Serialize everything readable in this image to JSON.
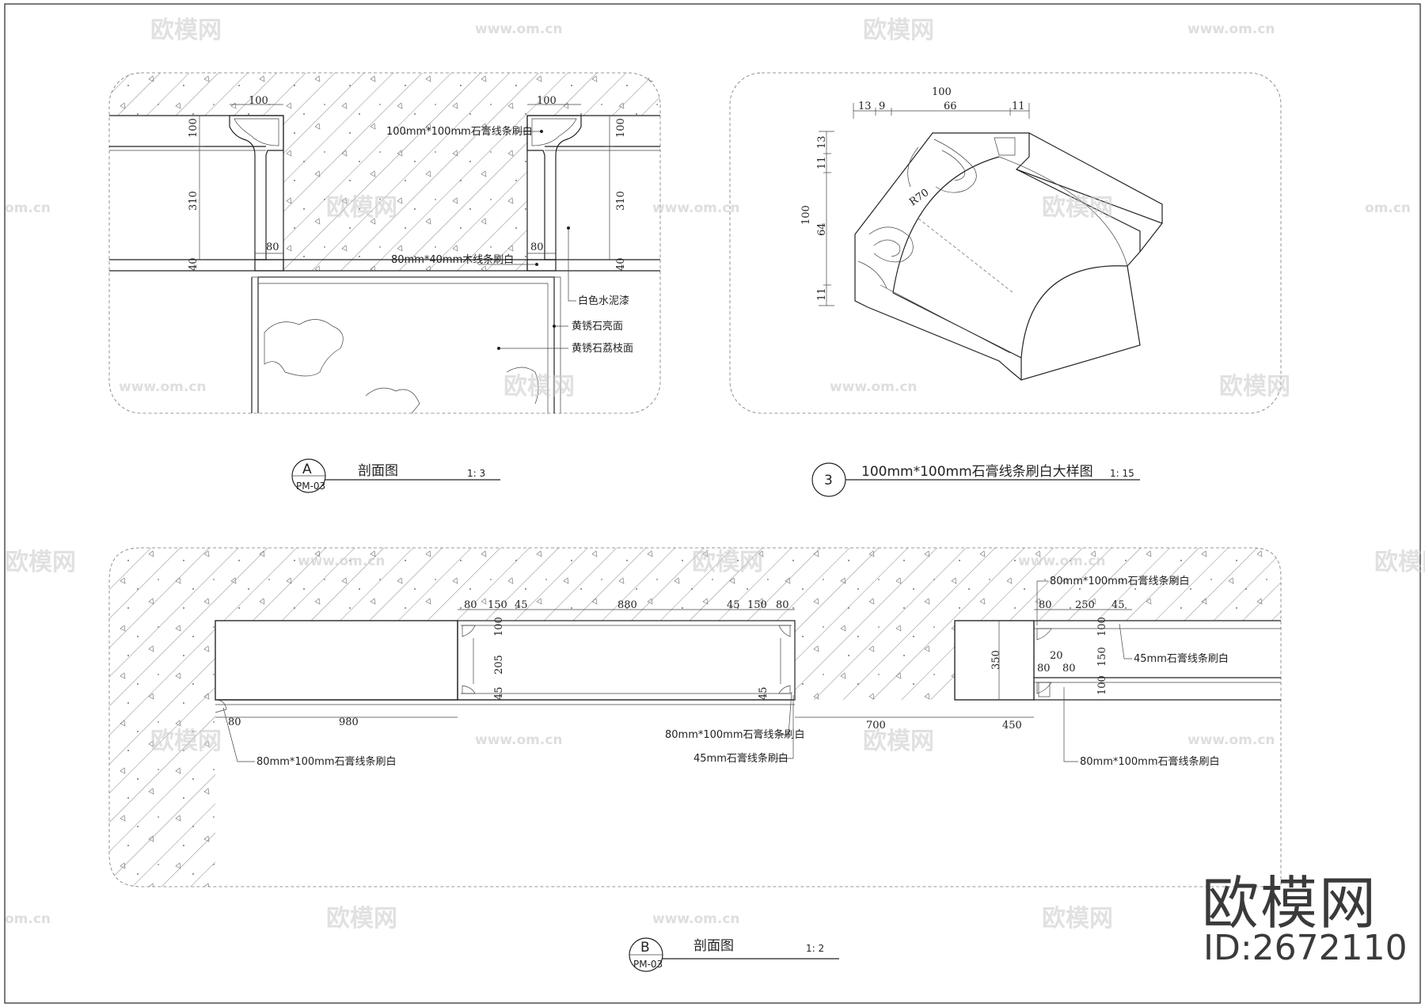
{
  "brand": {
    "name": "欧模网",
    "id": "ID:2672110",
    "url": "www.om.cn",
    "url_short": "om.cn"
  },
  "detail_a": {
    "marker": "A",
    "sheet_ref": "PM-03",
    "title": "剖面图",
    "scale": "1: 3",
    "dims": {
      "w100_left": "100",
      "w100_right": "100",
      "h100_left": "100",
      "h310_left": "310",
      "h40_left": "40",
      "h100_right": "100",
      "h310_right": "310",
      "h40_right": "40",
      "w80_left": "80",
      "w80_right": "80"
    },
    "labels": {
      "cornice": "100mm*100mm石膏线条刷白",
      "wood_strip": "80mm*40mm木线条刷白",
      "cement_paint": "白色水泥漆",
      "gloss": "黄锈石亮面",
      "litchi": "黄锈石荔枝面"
    }
  },
  "detail_3": {
    "marker": "3",
    "title": "100mm*100mm石膏线条刷白大样图",
    "scale": "1: 15",
    "dims": {
      "top_total": "100",
      "t13": "13",
      "t9": "9",
      "t66": "66",
      "t11": "11",
      "left_total": "100",
      "l13": "13",
      "l11a": "11",
      "l64": "64",
      "l11b": "11",
      "radius": "R70"
    }
  },
  "detail_b": {
    "marker": "B",
    "sheet_ref": "PM-03",
    "title": "剖面图",
    "scale": "1: 2",
    "dims": {
      "d80a": "80",
      "d150a": "150",
      "d45a": "45",
      "d880": "880",
      "d45b": "45",
      "d150b": "150",
      "d80b": "80",
      "h100": "100",
      "h205": "205",
      "h45a": "45",
      "h45b": "45",
      "d980": "980",
      "d80c": "80",
      "d700": "700",
      "d450": "450",
      "h350": "350",
      "d80d": "80",
      "d250": "250",
      "d45c": "45",
      "h100b": "100",
      "d20": "20",
      "d80e": "80",
      "d80f": "80",
      "h150": "150",
      "h100c": "100"
    },
    "labels": {
      "l80x100_top": "80mm*100mm石膏线条刷白",
      "l45_right": "45mm石膏线条刷白",
      "l80x100_bottom_right": "80mm*100mm石膏线条刷白",
      "l80x100_mid": "80mm*100mm石膏线条刷白",
      "l45_mid": "45mm石膏线条刷白",
      "l80x100_left": "80mm*100mm石膏线条刷白"
    }
  }
}
